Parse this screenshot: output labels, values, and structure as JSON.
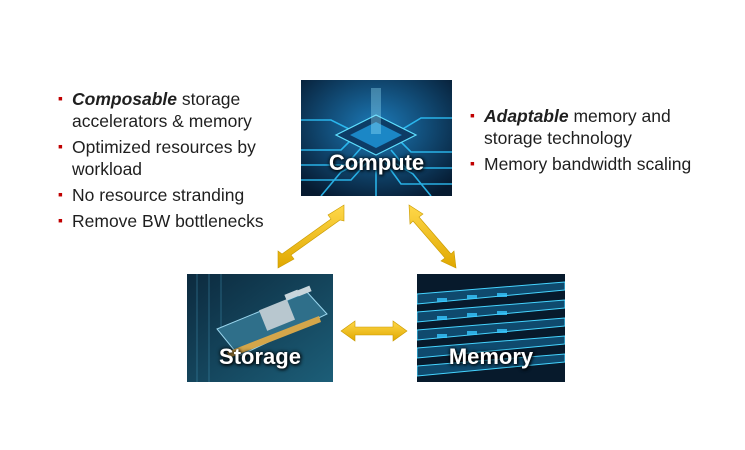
{
  "left_bullets": [
    {
      "bullet": "▪",
      "em": "Composable",
      "text": " storage accelerators & memory"
    },
    {
      "bullet": "▪",
      "em": "",
      "text": "Optimized resources by workload"
    },
    {
      "bullet": "▪",
      "em": "",
      "text": "No resource stranding"
    },
    {
      "bullet": "▪",
      "em": "",
      "text": "Remove BW bottlenecks"
    }
  ],
  "right_bullets": [
    {
      "bullet": "▪",
      "em": "Adaptable",
      "text": " memory and storage technology"
    },
    {
      "bullet": "▪",
      "em": "",
      "text": "Memory bandwidth scaling"
    }
  ],
  "nodes": {
    "compute": "Compute",
    "storage": "Storage",
    "memory": "Memory"
  },
  "colors": {
    "bullet": "#c00000",
    "arrow": "#f2c100",
    "tile_dark": "#07203a",
    "circuit": "#2ec7ff"
  }
}
